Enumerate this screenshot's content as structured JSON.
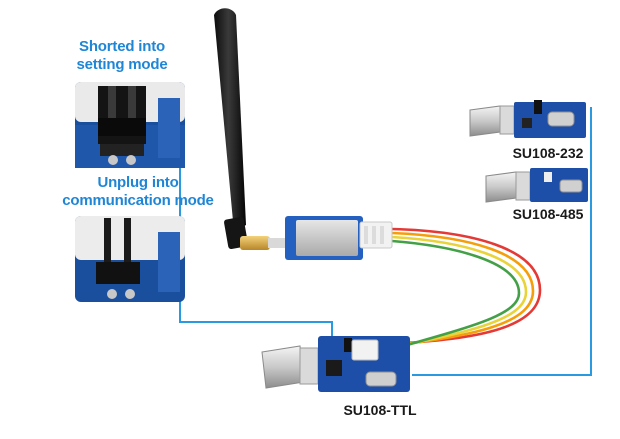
{
  "labels": {
    "shorted": [
      "Shorted into",
      "setting mode"
    ],
    "unplug": [
      "Unplug into",
      "communication mode"
    ],
    "su232": "SU108-232",
    "su485": "SU108-485",
    "suttl": "SU108-TTL"
  },
  "colors": {
    "line_blue": "#2a9ae0",
    "board_blue": "#1d4fa8",
    "module_blue": "#2460c0",
    "wire_red": "#e53935",
    "wire_orange": "#f59e0b",
    "wire_yellow": "#e8d33a",
    "wire_green": "#43a047"
  }
}
